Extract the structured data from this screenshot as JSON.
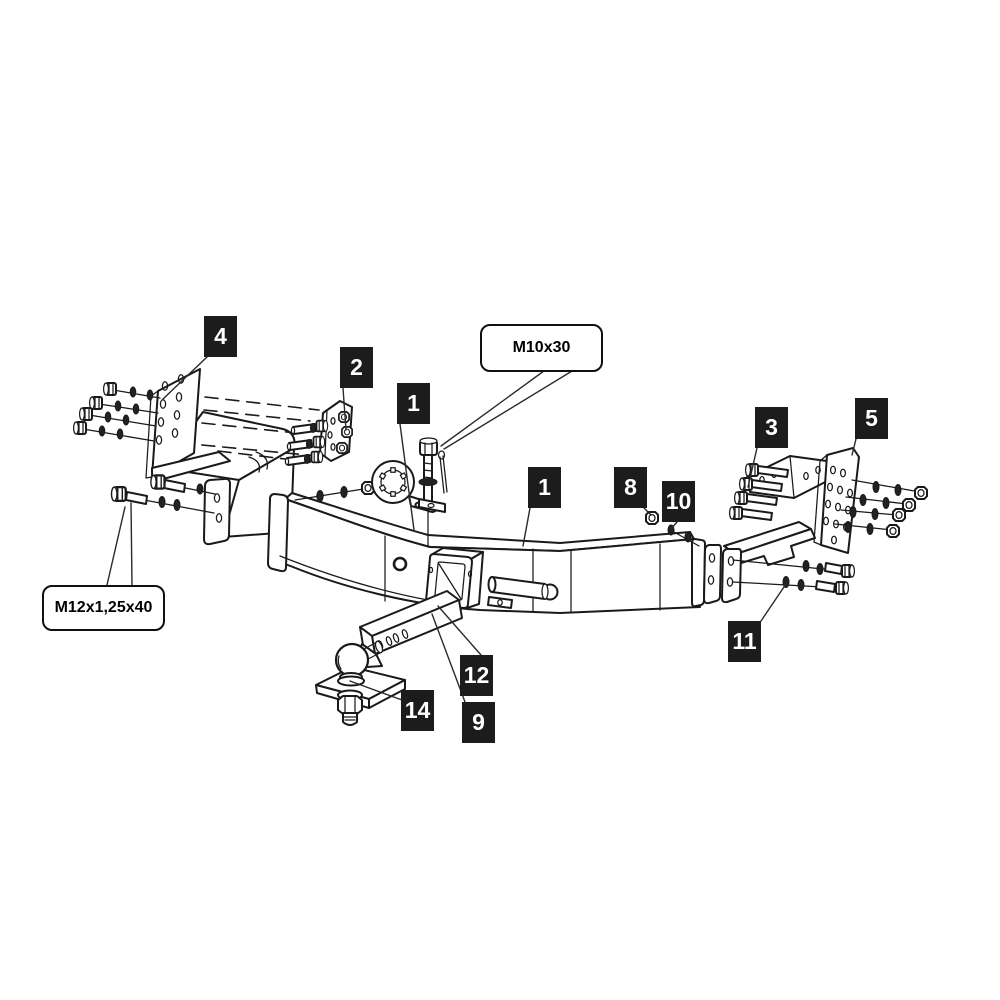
{
  "diagram": {
    "description": "Exploded parts diagram of a detachable tow bar trailer hitch assembly",
    "background_color": "#ffffff",
    "line_color": "#1a1a1a",
    "callout_bg_color": "#1c1c1c",
    "callout_text_color": "#ffffff",
    "callouts": [
      {
        "text": "4"
      },
      {
        "text": "2"
      },
      {
        "text": "1"
      },
      {
        "text": "1"
      },
      {
        "text": "8"
      },
      {
        "text": "10"
      },
      {
        "text": "3"
      },
      {
        "text": "5"
      },
      {
        "text": "11"
      },
      {
        "text": "12"
      },
      {
        "text": "9"
      },
      {
        "text": "14"
      }
    ],
    "spec_labels": [
      {
        "text": "M10x30"
      },
      {
        "text": "M12x1,25x40"
      }
    ]
  }
}
